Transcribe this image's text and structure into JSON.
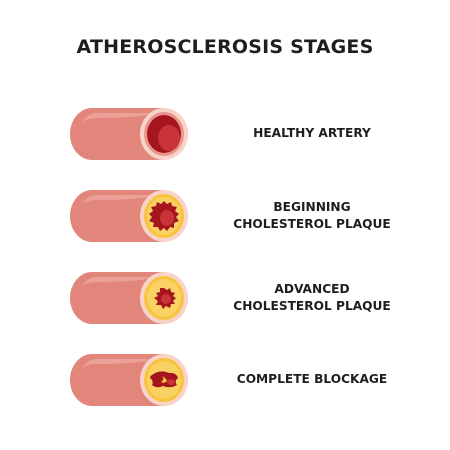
{
  "title": "ATHEROSCLEROSIS STAGES",
  "colors": {
    "artery_body": "#e2867c",
    "artery_body_dark": "#d9766d",
    "artery_highlight": "#eda79f",
    "vessel_rim": "#f7d3c9",
    "blood": "#a5151d",
    "blood_light": "#c9333a",
    "plaque": "#f8c43c",
    "plaque_light": "#fbe08a"
  },
  "stages": [
    {
      "label_line1": "HEALTHY ARTERY",
      "label_line2": "",
      "plaque_level": 0
    },
    {
      "label_line1": "BEGINNING",
      "label_line2": "CHOLESTEROL PLAQUE",
      "plaque_level": 1
    },
    {
      "label_line1": "ADVANCED",
      "label_line2": "CHOLESTEROL PLAQUE",
      "plaque_level": 2
    },
    {
      "label_line1": "COMPLETE BLOCKAGE",
      "label_line2": "",
      "plaque_level": 3
    }
  ]
}
